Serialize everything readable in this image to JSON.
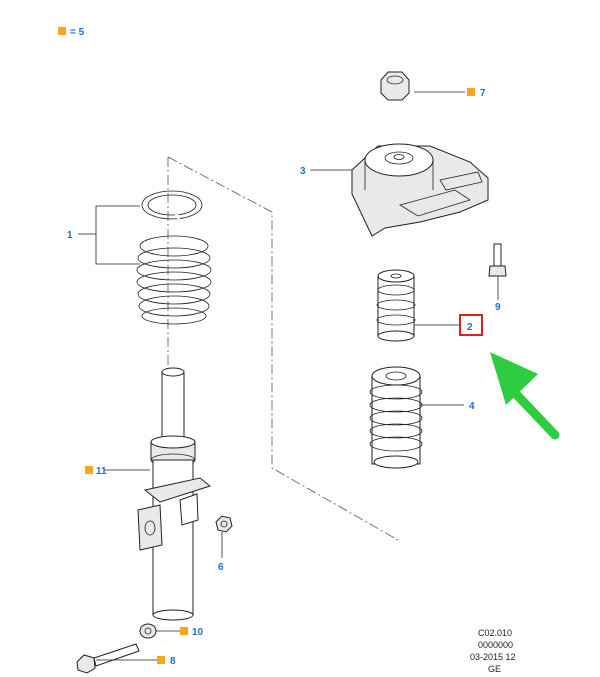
{
  "legend": {
    "marker_color": "#f5a623",
    "text": "= 5"
  },
  "callouts": {
    "c1": "1",
    "c2": "2",
    "c3": "3",
    "c4": "4",
    "c6": "6",
    "c7": "7",
    "c8": "8",
    "c9": "9",
    "c10": "10",
    "c11": "11"
  },
  "highlight": {
    "color": "#e02020",
    "callout": "2"
  },
  "arrow": {
    "color": "#2ecc40"
  },
  "footer": {
    "line1": "C02.010",
    "line2": "0000000",
    "line3": "03-2015 12",
    "line4": "GE"
  },
  "colors": {
    "callout_text": "#1f6fd1",
    "marker": "#f5a623"
  }
}
